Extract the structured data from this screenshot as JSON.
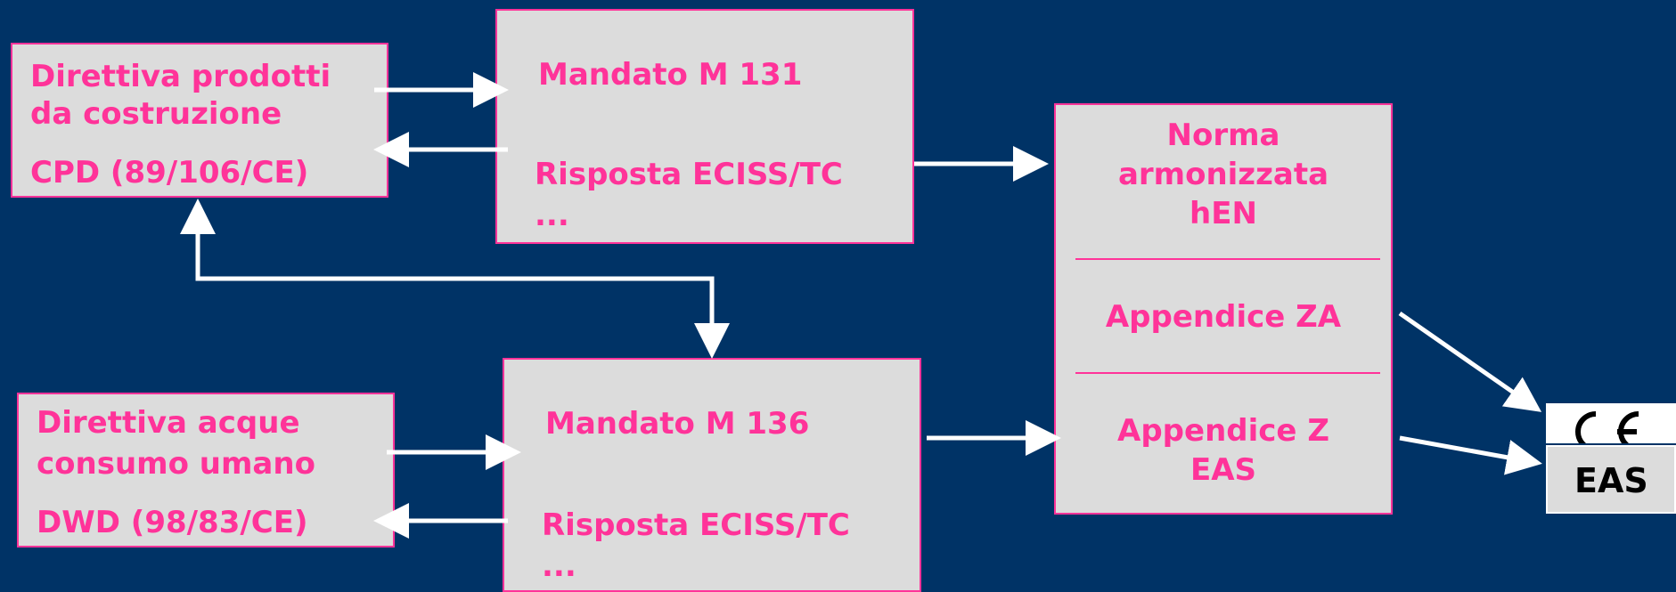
{
  "colors": {
    "background": "#003366",
    "box_fill": "#dcdcdc",
    "box_border": "#ff3399",
    "text": "#ff3399",
    "arrow": "#ffffff"
  },
  "cpd_box": {
    "line1": "Direttiva prodotti",
    "line2": "da costruzione",
    "line3": "CPD (89/106/CE)"
  },
  "m131_box": {
    "title": "Mandato M 131",
    "response": "Risposta ECISS/TC",
    "ellipsis": "..."
  },
  "dwd_box": {
    "line1": "Direttiva acque",
    "line2": "consumo umano",
    "line3": "DWD (98/83/CE)"
  },
  "m136_box": {
    "title": "Mandato M 136",
    "response": "Risposta ECISS/TC",
    "ellipsis": "..."
  },
  "hen_box": {
    "line1": "Norma",
    "line2": "armonizzata",
    "line3": "hEN",
    "annex_za": "Appendice ZA",
    "annex_z": "Appendice Z",
    "eas": "EAS"
  },
  "marks": {
    "ce_icon": "ce-mark-icon",
    "eas_label": "EAS"
  }
}
